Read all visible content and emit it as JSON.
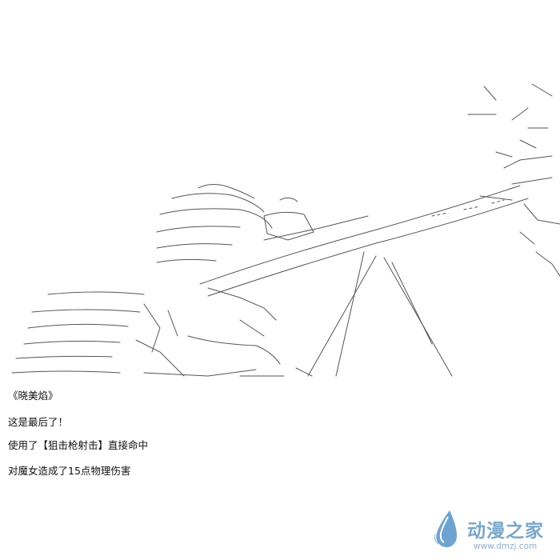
{
  "story": {
    "speaker": "《晓美焰》",
    "line1": "这是最后了！",
    "line2": "使用了【狙击枪射击】直接命中",
    "line3": "对魔女造成了15点物理伤害"
  },
  "watermark": {
    "logo_icon": "water-drop-logo-icon",
    "name": "动漫之家",
    "url": "www.dmzj.com",
    "color": "#7aa7c9"
  },
  "art": {
    "icon": "ascii-art-sniper-rifle-scene",
    "ink_color": "#555555"
  }
}
